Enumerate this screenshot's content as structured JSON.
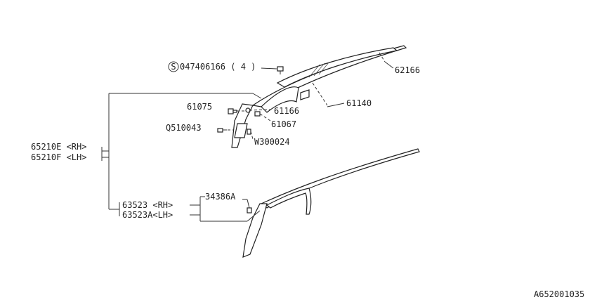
{
  "labels": {
    "screw_note": "047406166 ( 4 )",
    "screw_symbol": "S",
    "p62166": "62166",
    "p61075": "61075",
    "p61166": "61166",
    "p61067": "61067",
    "p61140": "61140",
    "pQ510043": "Q510043",
    "pW300024": "W300024",
    "p65210E": "65210E <RH>",
    "p65210F": "65210F <LH>",
    "p63523": "63523 <RH>",
    "p63523A": "63523A<LH>",
    "p34386A": "34386A",
    "diagram_id": "A652001035"
  }
}
